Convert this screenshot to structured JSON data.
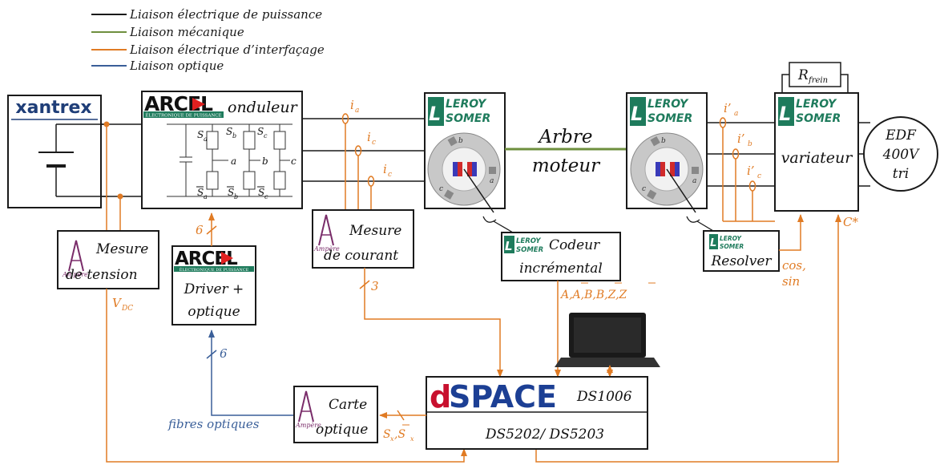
{
  "legend": [
    {
      "label": "Liaison électrique de puissance",
      "color": "#1a1a1a"
    },
    {
      "label": "Liaison mécanique",
      "color": "#6e8f3e"
    },
    {
      "label": "Liaison électrique d’interfaçage",
      "color": "#e07b24"
    },
    {
      "label": "Liaison optique",
      "color": "#3a5f99"
    }
  ],
  "colors": {
    "power": "#1a1a1a",
    "mechanical": "#6e8f3e",
    "interface": "#e07b24",
    "optical": "#3a5f99",
    "leroy_green": "#1e7b5c",
    "arcel_red": "#e02020",
    "dspace_red": "#c8102e",
    "dspace_blue": "#1c3f94",
    "xantrex_blue": "#1f3e78"
  },
  "blocks": {
    "xantrex": "xantrex",
    "arcel_brand": "ARCEL",
    "arcel_sub": "ÉLECTRONIQUE DE PUISSANCE",
    "onduleur": "onduleur",
    "leroy_top": "LEROY",
    "leroy_bottom": "SOMER",
    "arbre_line1": "Arbre",
    "arbre_line2": "moteur",
    "variateur": "variateur",
    "r_frein": "R",
    "r_frein_sub": "frein",
    "edf_line1": "EDF",
    "edf_line2": "400V",
    "edf_line3": "tri",
    "mesure_tension_1": "Mesure",
    "mesure_tension_2": "de tension",
    "mesure_courant_1": "Mesure",
    "mesure_courant_2": "de courant",
    "driver_1": "Driver +",
    "driver_2": "optique",
    "codeur_1": "Codeur",
    "codeur_2": "incrémental",
    "resolver": "Resolver",
    "carte_1": "Carte",
    "carte_2": "optique",
    "dspace_logo": "dSPACE",
    "dspace_model": "DS1006",
    "dspace_cards": "DS5202/ DS5203",
    "ampere_logo": "Ampère"
  },
  "signals": {
    "ia": "i",
    "ia_sub": "a",
    "ic_1": "i",
    "ic_1_sub": "c",
    "ic_2": "i",
    "ic_2_sub": "c",
    "ipa": "i’",
    "ipa_sub": "a",
    "ipb": "i’",
    "ipb_sub": "b",
    "ipc": "i’",
    "ipc_sub": "c",
    "six_top": "6",
    "six_bottom": "6",
    "three": "3",
    "vdc": "V",
    "vdc_sub": "DC",
    "encoder_signals": "A,A,B,B,Z,Z",
    "cos_sin_1": "cos,",
    "cos_sin_2": "sin",
    "c_star": "C*",
    "fibres": "fibres optiques",
    "sx": "S",
    "sx_sub": "x",
    "sxbar": ",S",
    "sxbar_sub": "x"
  },
  "inverter_labels": {
    "sa": "S",
    "sa_sub": "a",
    "sb": "S",
    "sb_sub": "b",
    "sc": "S",
    "sc_sub": "c",
    "sa_low": "S",
    "sb_low": "S",
    "sc_low": "S",
    "phase_a": "a",
    "phase_b": "b",
    "phase_c": "c"
  },
  "machine_labels": {
    "b": "b",
    "c": "c",
    "a": "a"
  }
}
